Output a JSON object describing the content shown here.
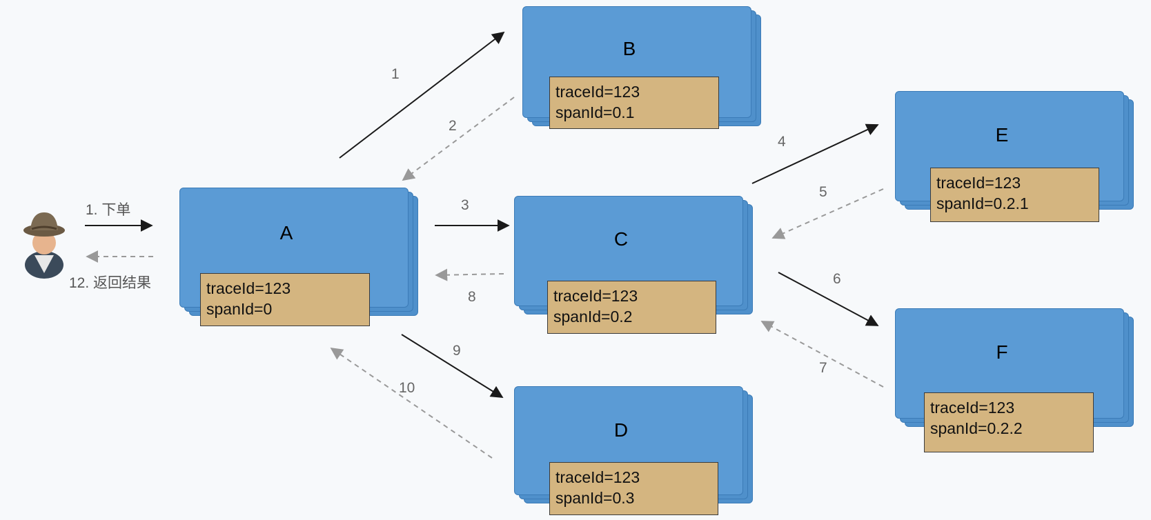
{
  "user": {
    "request_label": "1. 下单",
    "response_label": "12. 返回结果"
  },
  "services": [
    {
      "id": "A",
      "name": "A",
      "trace": "traceId=123",
      "span": "spanId=0"
    },
    {
      "id": "B",
      "name": "B",
      "trace": "traceId=123",
      "span": "spanId=0.1"
    },
    {
      "id": "C",
      "name": "C",
      "trace": "traceId=123",
      "span": "spanId=0.2"
    },
    {
      "id": "D",
      "name": "D",
      "trace": "traceId=123",
      "span": "spanId=0.3"
    },
    {
      "id": "E",
      "name": "E",
      "trace": "traceId=123",
      "span": "spanId=0.2.1"
    },
    {
      "id": "F",
      "name": "F",
      "trace": "traceId=123",
      "span": "spanId=0.2.2"
    }
  ],
  "edges": [
    {
      "from": "A",
      "to": "B",
      "label": "1",
      "kind": "call"
    },
    {
      "from": "B",
      "to": "A",
      "label": "2",
      "kind": "return"
    },
    {
      "from": "A",
      "to": "C",
      "label": "3",
      "kind": "call"
    },
    {
      "from": "C",
      "to": "E",
      "label": "4",
      "kind": "call"
    },
    {
      "from": "E",
      "to": "C",
      "label": "5",
      "kind": "return"
    },
    {
      "from": "C",
      "to": "F",
      "label": "6",
      "kind": "call"
    },
    {
      "from": "F",
      "to": "C",
      "label": "7",
      "kind": "return"
    },
    {
      "from": "C",
      "to": "A",
      "label": "8",
      "kind": "return"
    },
    {
      "from": "A",
      "to": "D",
      "label": "9",
      "kind": "call"
    },
    {
      "from": "D",
      "to": "A",
      "label": "10",
      "kind": "return"
    }
  ],
  "colors": {
    "box": "#5b9bd5",
    "info": "#d4b580",
    "call": "#1a1a1a",
    "return": "#999999"
  }
}
